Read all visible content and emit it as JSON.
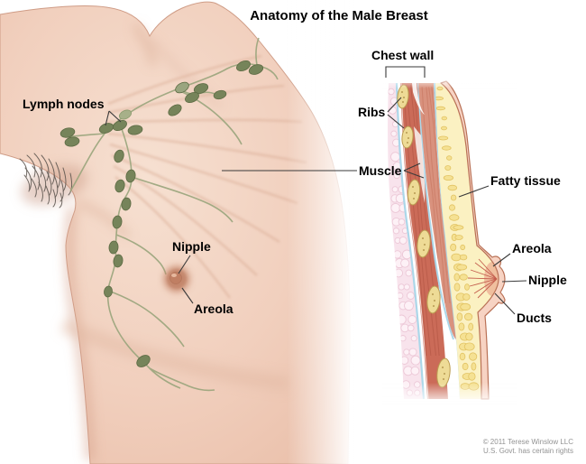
{
  "title": "Anatomy of the Male Breast",
  "torso": {
    "labels": {
      "lymph_nodes": "Lymph nodes",
      "nipple": "Nipple",
      "areola": "Areola"
    }
  },
  "cross_section": {
    "labels": {
      "chest_wall": "Chest wall",
      "ribs": "Ribs",
      "muscle": "Muscle",
      "fatty_tissue": "Fatty tissue",
      "areola": "Areola",
      "nipple": "Nipple",
      "ducts": "Ducts"
    }
  },
  "credit": {
    "line1": "© 2011 Terese Winslow LLC",
    "line2": "U.S. Govt. has certain rights"
  },
  "colors": {
    "skin": "#f2d2c1",
    "skin_shadow": "#d9a58c",
    "lymph_node": "#76845a",
    "lymph_vessel": "#99a57c",
    "muscle_red": "#cb6b58",
    "pectoral_pink": "#d9927e",
    "rib_yellow": "#eedb96",
    "fat_yellow": "#fbf1c2",
    "fascia_blue": "#abd7e9",
    "bubbly_pink": "#f8e3ec",
    "label_text": "#000000",
    "credit_text": "#939393"
  }
}
